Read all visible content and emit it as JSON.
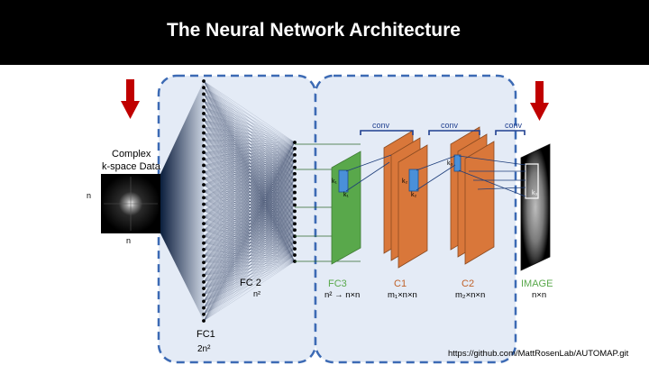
{
  "title": "The Neural Network Architecture",
  "input": {
    "caption_line1": "Complex",
    "caption_line2": "k-space Data",
    "dim_left": "n",
    "dim_bottom": "n"
  },
  "layers": {
    "fc1": {
      "name": "FC1",
      "size": "2n²"
    },
    "fc2": {
      "name": "FC 2",
      "size": "n²"
    },
    "fc3": {
      "name": "FC3",
      "size": "n² → n×n"
    },
    "c1": {
      "name": "C1",
      "size": "m₁×n×n"
    },
    "c2": {
      "name": "C2",
      "size": "m₂×n×n"
    },
    "image": {
      "name": "IMAGE",
      "size": "n×n"
    }
  },
  "kernels": {
    "k1_a": "k₁",
    "k1_b": "k₁",
    "k2_a": "k₂",
    "k2_b": "k₂",
    "k3_a": "k₃",
    "k3_b": "k₃"
  },
  "conv_label": "conv",
  "source_url": "https://github.com/MattRosenLab/AUTOMAP.git",
  "colors": {
    "fc_panel": "#e4ebf6",
    "panel_border": "#3c6ab4",
    "arrow": "#c00000",
    "fc3": "#59a84b",
    "conv_layer": "#d9773a",
    "fc3_label": "#59a84b",
    "c_label": "#c0622a",
    "kernel": "#4a90d9"
  }
}
